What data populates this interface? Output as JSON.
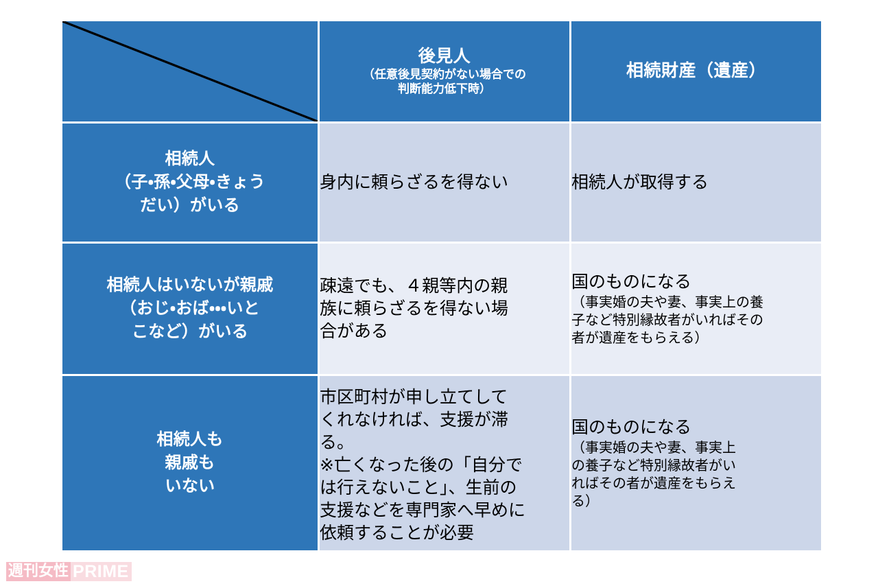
{
  "table": {
    "corner": {
      "diagonal_icon": "diagonal-slash-line",
      "label": ""
    },
    "column_headers": [
      {
        "main": "後見人",
        "sub_lines": [
          "（任意後見契約がない場合での",
          "判断能力低下時）"
        ]
      },
      {
        "main": "相続財産（遺産）",
        "sub_lines": []
      }
    ],
    "rows": [
      {
        "head_lines": [
          "相続人",
          "（子・孫・父母・きょう",
          "だい）がいる"
        ],
        "guardian": {
          "lines": [
            "身内に頼らざるを得ない"
          ],
          "notes": []
        },
        "estate": {
          "lines": [
            "相続人が取得する"
          ],
          "notes": []
        }
      },
      {
        "head_lines": [
          "相続人はいないが親戚",
          "（おじ・おば・・・いと",
          "こなど）がいる"
        ],
        "guardian": {
          "lines": [
            "疎遠でも、４親等内の親",
            "族に頼らざるを得ない場",
            "合がある"
          ],
          "notes": []
        },
        "estate": {
          "lines": [
            "国のものになる"
          ],
          "notes": [
            "（事実婚の夫や妻、事実上の養",
            "子など特別縁故者がいればその",
            "者が遺産をもらえる）"
          ]
        }
      },
      {
        "head_lines": [
          "相続人も",
          "親戚も",
          "いない"
        ],
        "guardian": {
          "lines": [
            "市区町村が申し立てして",
            "くれなければ、支援が滞",
            "る。",
            "※亡くなった後の「自分で",
            "は行えないこと」、生前の",
            "支援などを専門家へ早めに",
            "依頼することが必要"
          ],
          "notes": []
        },
        "estate": {
          "lines": [
            "国のものになる"
          ],
          "notes": [
            "（事実婚の夫や妻、事実上",
            "の養子など特別縁故者がい",
            "ればその者が遺産をもらえ",
            "る）"
          ]
        }
      }
    ]
  },
  "watermark": {
    "jp_text": "週刊女性",
    "en_text": "PRIME"
  },
  "colors": {
    "header_blue": "#2E76B8",
    "row_shade_dark": "#ccd6e9",
    "row_shade_light": "#e9edf6",
    "grid_line": "#ffffff",
    "logo_pink": "#e8566f",
    "logo_pink_light": "#f2a9b6"
  }
}
